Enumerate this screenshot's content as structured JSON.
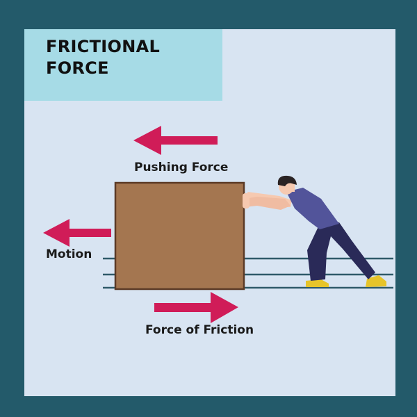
{
  "title": "FRICTIONAL\nFORCE",
  "labels": {
    "pushing_force": "Pushing Force",
    "motion": "Motion",
    "force_of_friction": "Force of Friction"
  },
  "colors": {
    "outer_border": "#235a6a",
    "background": "#d8e4f2",
    "title_box": "#a6dbe6",
    "arrow": "#d01c58",
    "box_fill": "#a47650",
    "box_stroke": "#5b3a26",
    "ground_lines": "#2f5a6a",
    "shirt": "#52549a",
    "pants": "#2a2a58",
    "skin": "#f6c9b0",
    "hair": "#2a2324",
    "shoes": "#e6c42a"
  },
  "arrows": [
    {
      "name": "pushing-force",
      "direction": "left"
    },
    {
      "name": "motion",
      "direction": "left"
    },
    {
      "name": "force-of-friction",
      "direction": "right"
    }
  ]
}
